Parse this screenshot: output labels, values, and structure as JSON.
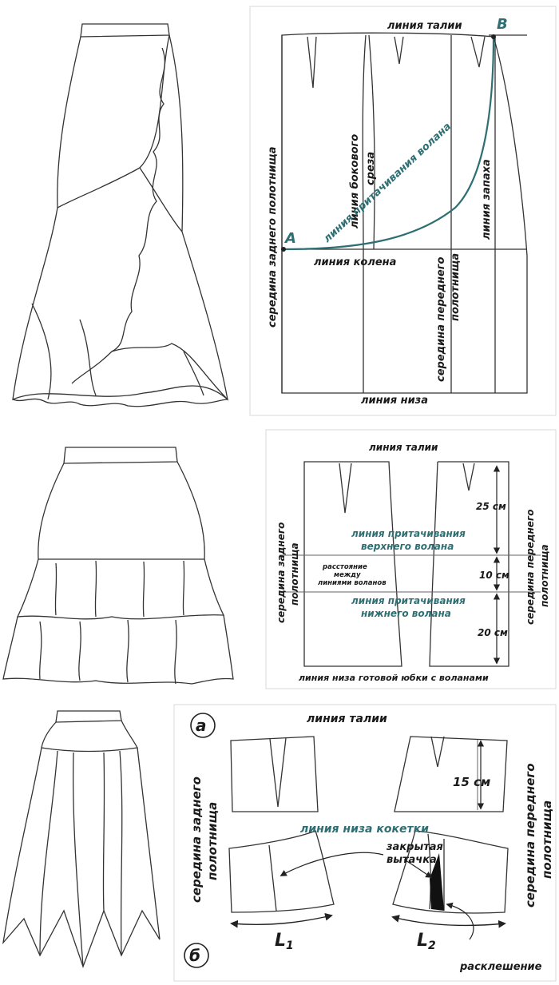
{
  "p1": {
    "waist": "линия  талии",
    "side": "линия бокового",
    "side2": "среза",
    "ruffle": "линия притачивания волана",
    "wrap": "линия запаха",
    "back": "середина заднего полотнища",
    "knee": "линия колена",
    "front": "середина переднего",
    "front2": "полотнища",
    "hem": "линия низа",
    "pointA": "A",
    "pointB": "B"
  },
  "p2": {
    "waist": "линия  талии",
    "back1": "середина заднего",
    "back2": "полотнища",
    "upper1": "линия притачивания",
    "upper2": "верхнего волана",
    "dist1": "расстояние",
    "dist2": "между",
    "dist3": "линиями воланов",
    "lower1": "линия притачивания",
    "lower2": "нижнего  волана",
    "front1": "середина переднего",
    "front2": "полотнища",
    "m25": "25 см",
    "m10": "10 см",
    "m20": "20 см",
    "hem": "линия низа готовой юбки с воланами"
  },
  "p3": {
    "a": "а",
    "b": "б",
    "waist": "линия   талии",
    "back1": "середина заднего",
    "back2": "полотнища",
    "front1": "середина переднего",
    "front2": "полотнища",
    "m15": "15 см",
    "yoke": "линия низа кокетки",
    "dart1": "закрытая",
    "dart2": "вытачка",
    "L1": "L",
    "L1sub": "1",
    "L2": "L",
    "L2sub": "2",
    "flare": "расклешение"
  }
}
